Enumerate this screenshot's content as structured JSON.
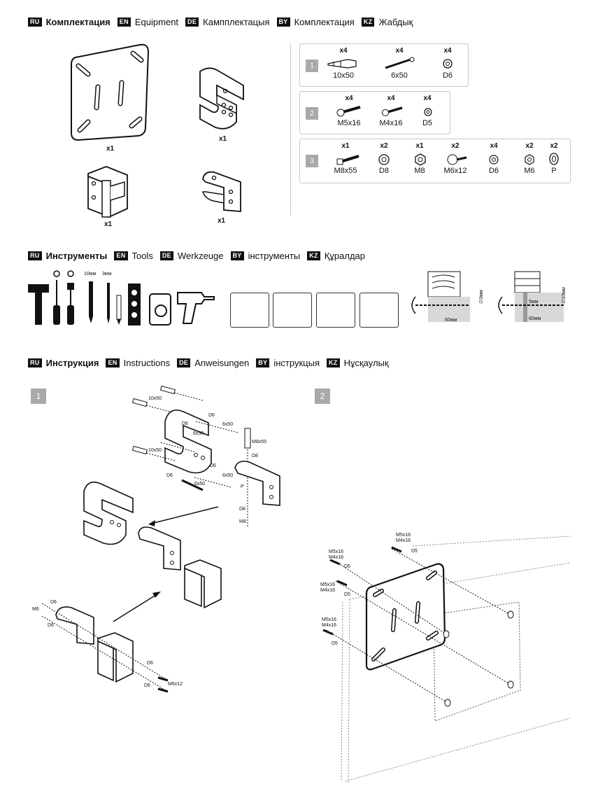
{
  "sections": {
    "equipment": {
      "ru": "RU",
      "ru_title": "Комплектация",
      "en": "EN",
      "en_title": "Equipment",
      "de": "DE",
      "de_title": "Кампплектацыя",
      "by": "BY",
      "by_title": "Комплектация",
      "kz": "KZ",
      "kz_title": "Жабдық"
    },
    "tools": {
      "ru": "RU",
      "ru_title": "Инструменты",
      "en": "EN",
      "en_title": "Tools",
      "de": "DE",
      "de_title": "Werkzeuge",
      "by": "BY",
      "by_title": "інструменты",
      "kz": "KZ",
      "kz_title": "Құралдар"
    },
    "instructions": {
      "ru": "RU",
      "ru_title": "Инструкция",
      "en": "EN",
      "en_title": "Instructions",
      "de": "DE",
      "de_title": "Anweisungen",
      "by": "BY",
      "by_title": "інструкцыя",
      "kz": "KZ",
      "kz_title": "Нұсқаулық"
    }
  },
  "parts": {
    "plate_qty": "x1",
    "bracket_qty": "x1",
    "clamp_qty": "x1",
    "small_bracket_qty": "x1"
  },
  "kits": [
    {
      "num": "1",
      "items": [
        {
          "qty": "x4",
          "label": "10x50"
        },
        {
          "qty": "x4",
          "label": "6x50"
        },
        {
          "qty": "x4",
          "label": "D6"
        }
      ]
    },
    {
      "num": "2",
      "items": [
        {
          "qty": "x4",
          "label": "M5x16"
        },
        {
          "qty": "x4",
          "label": "M4x16"
        },
        {
          "qty": "x4",
          "label": "D5"
        }
      ]
    },
    {
      "num": "3",
      "items": [
        {
          "qty": "x1",
          "label": "M8x55"
        },
        {
          "qty": "x2",
          "label": "D8"
        },
        {
          "qty": "x1",
          "label": "M8"
        },
        {
          "qty": "x2",
          "label": "M6x12"
        },
        {
          "qty": "x4",
          "label": "D6"
        },
        {
          "qty": "x2",
          "label": "M6"
        },
        {
          "qty": "x2",
          "label": "P"
        }
      ]
    }
  ],
  "tools_row": {
    "drill10": "∅\n10мм",
    "drill3": "∅\n3мм",
    "drill10_label": "10мм",
    "drill3_label": "3мм",
    "d1_side": "∅3мм",
    "d1_depth": "60мм",
    "d2_side": "∅10мм",
    "d2_gap": "5мм",
    "d2_depth": "60мм"
  },
  "steps": {
    "step1": "1",
    "step2": "2"
  },
  "step1_labels": {
    "a": "10x50",
    "b": "D6",
    "c": "D6",
    "d": "6x50",
    "e": "6x50",
    "f": "M8x55",
    "g": "D8",
    "h": "10x50",
    "i": "D6",
    "j": "6x50",
    "k": "P",
    "l": "D6",
    "m": "6x50",
    "n": "D8",
    "o": "M8",
    "p": "D6",
    "q": "M6",
    "r": "D6",
    "s": "D6",
    "t": "D6",
    "u": "M6x12"
  },
  "step2_labels": {
    "a1": "M5x16",
    "a2": "M4x16",
    "a3": "D5",
    "b1": "M5x16",
    "b2": "M4x16",
    "b3": "D5",
    "c1": "M5x16",
    "c2": "M4x16",
    "c3": "D5",
    "d1": "M5x16",
    "d2": "M4x16",
    "d3": "D5"
  }
}
